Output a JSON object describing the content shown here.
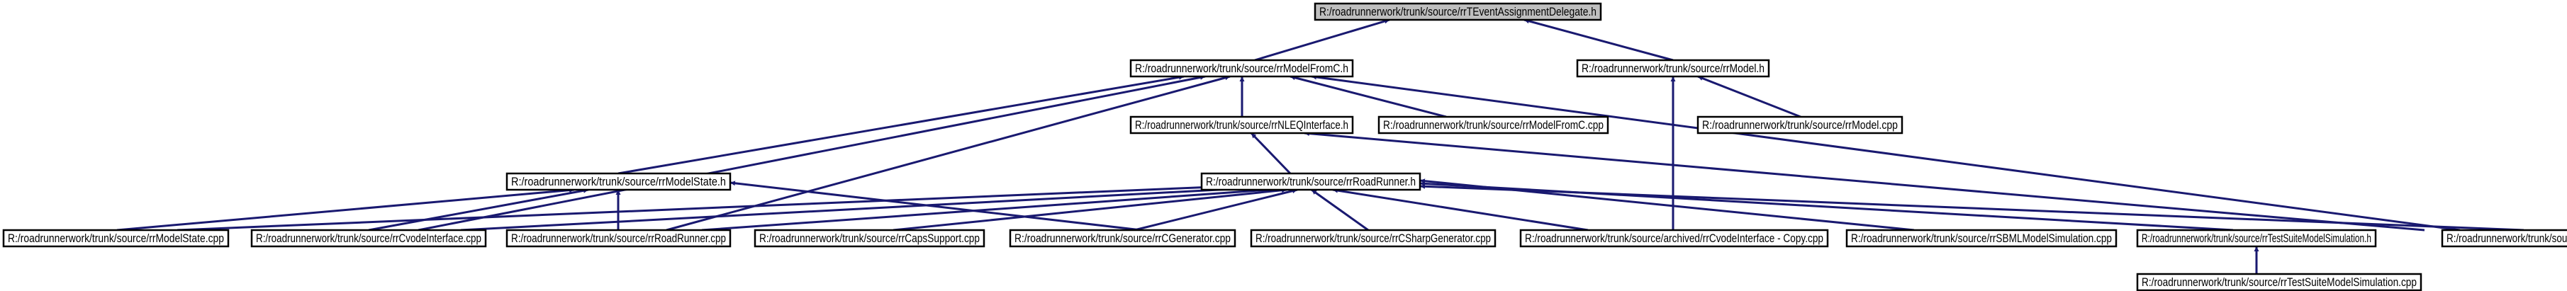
{
  "diagram": {
    "style": {
      "edge_color": "#191970",
      "box_border": "#000000",
      "box_fill": "#ffffff",
      "highlight_fill": "#bfbfbf"
    },
    "nodes": [
      {
        "id": "n0",
        "label": "R:/roadrunnerwork/trunk/source/rrTEventAssignmentDelegate.h",
        "highlight": true
      },
      {
        "id": "n1",
        "label": "R:/roadrunnerwork/trunk/source/rrModelFromC.h"
      },
      {
        "id": "n2",
        "label": "R:/roadrunnerwork/trunk/source/rrModel.h"
      },
      {
        "id": "n3",
        "label": "R:/roadrunnerwork/trunk/source/rrNLEQInterface.h"
      },
      {
        "id": "n4",
        "label": "R:/roadrunnerwork/trunk/source/rrModelFromC.cpp"
      },
      {
        "id": "n5",
        "label": "R:/roadrunnerwork/trunk/source/rrModel.cpp"
      },
      {
        "id": "n6",
        "label": "R:/roadrunnerwork/trunk/source/rrModelState.h"
      },
      {
        "id": "n7",
        "label": "R:/roadrunnerwork/trunk/source/rrRoadRunner.h"
      },
      {
        "id": "n8",
        "label": "R:/roadrunnerwork/trunk/source/rrModelState.cpp"
      },
      {
        "id": "n9",
        "label": "R:/roadrunnerwork/trunk/source/rrCvodeInterface.cpp"
      },
      {
        "id": "n10",
        "label": "R:/roadrunnerwork/trunk/source/rrRoadRunner.cpp"
      },
      {
        "id": "n11",
        "label": "R:/roadrunnerwork/trunk/source/rrCapsSupport.cpp"
      },
      {
        "id": "n12",
        "label": "R:/roadrunnerwork/trunk/source/rrCGenerator.cpp"
      },
      {
        "id": "n13",
        "label": "R:/roadrunnerwork/trunk/source/rrCSharpGenerator.cpp"
      },
      {
        "id": "n14",
        "label": "R:/roadrunnerwork/trunk/source/archived/rrCvodeInterface - Copy.cpp"
      },
      {
        "id": "n15",
        "label": "R:/roadrunnerwork/trunk/source/rrSBMLModelSimulation.cpp"
      },
      {
        "id": "n16",
        "label": "R:/roadrunnerwork/trunk/source/rrTestSuiteModelSimulation.h"
      },
      {
        "id": "n17",
        "label": "R:/roadrunnerwork/trunk/source/rrNLEQInterface.cpp"
      },
      {
        "id": "n18",
        "label": "R:/roadrunnerwork/trunk/source/rrTestSuiteModelSimulation.cpp"
      }
    ],
    "edges": [
      {
        "from": "n1",
        "to": "n0"
      },
      {
        "from": "n2",
        "to": "n0"
      },
      {
        "from": "n3",
        "to": "n1"
      },
      {
        "from": "n4",
        "to": "n1"
      },
      {
        "from": "n6",
        "to": "n1"
      },
      {
        "from": "n9",
        "to": "n1"
      },
      {
        "from": "n10",
        "to": "n1"
      },
      {
        "from": "n17",
        "to": "n1"
      },
      {
        "from": "n5",
        "to": "n2"
      },
      {
        "from": "n14",
        "to": "n2"
      },
      {
        "from": "n7",
        "to": "n3"
      },
      {
        "from": "n17",
        "to": "n3"
      },
      {
        "from": "n8",
        "to": "n6"
      },
      {
        "from": "n9",
        "to": "n6"
      },
      {
        "from": "n10",
        "to": "n6"
      },
      {
        "from": "n12",
        "to": "n6"
      },
      {
        "from": "n8",
        "to": "n7"
      },
      {
        "from": "n9",
        "to": "n7"
      },
      {
        "from": "n10",
        "to": "n7"
      },
      {
        "from": "n11",
        "to": "n7"
      },
      {
        "from": "n12",
        "to": "n7"
      },
      {
        "from": "n13",
        "to": "n7"
      },
      {
        "from": "n14",
        "to": "n7"
      },
      {
        "from": "n15",
        "to": "n7"
      },
      {
        "from": "n16",
        "to": "n7"
      },
      {
        "from": "n17",
        "to": "n7"
      },
      {
        "from": "n18",
        "to": "n16"
      }
    ]
  }
}
